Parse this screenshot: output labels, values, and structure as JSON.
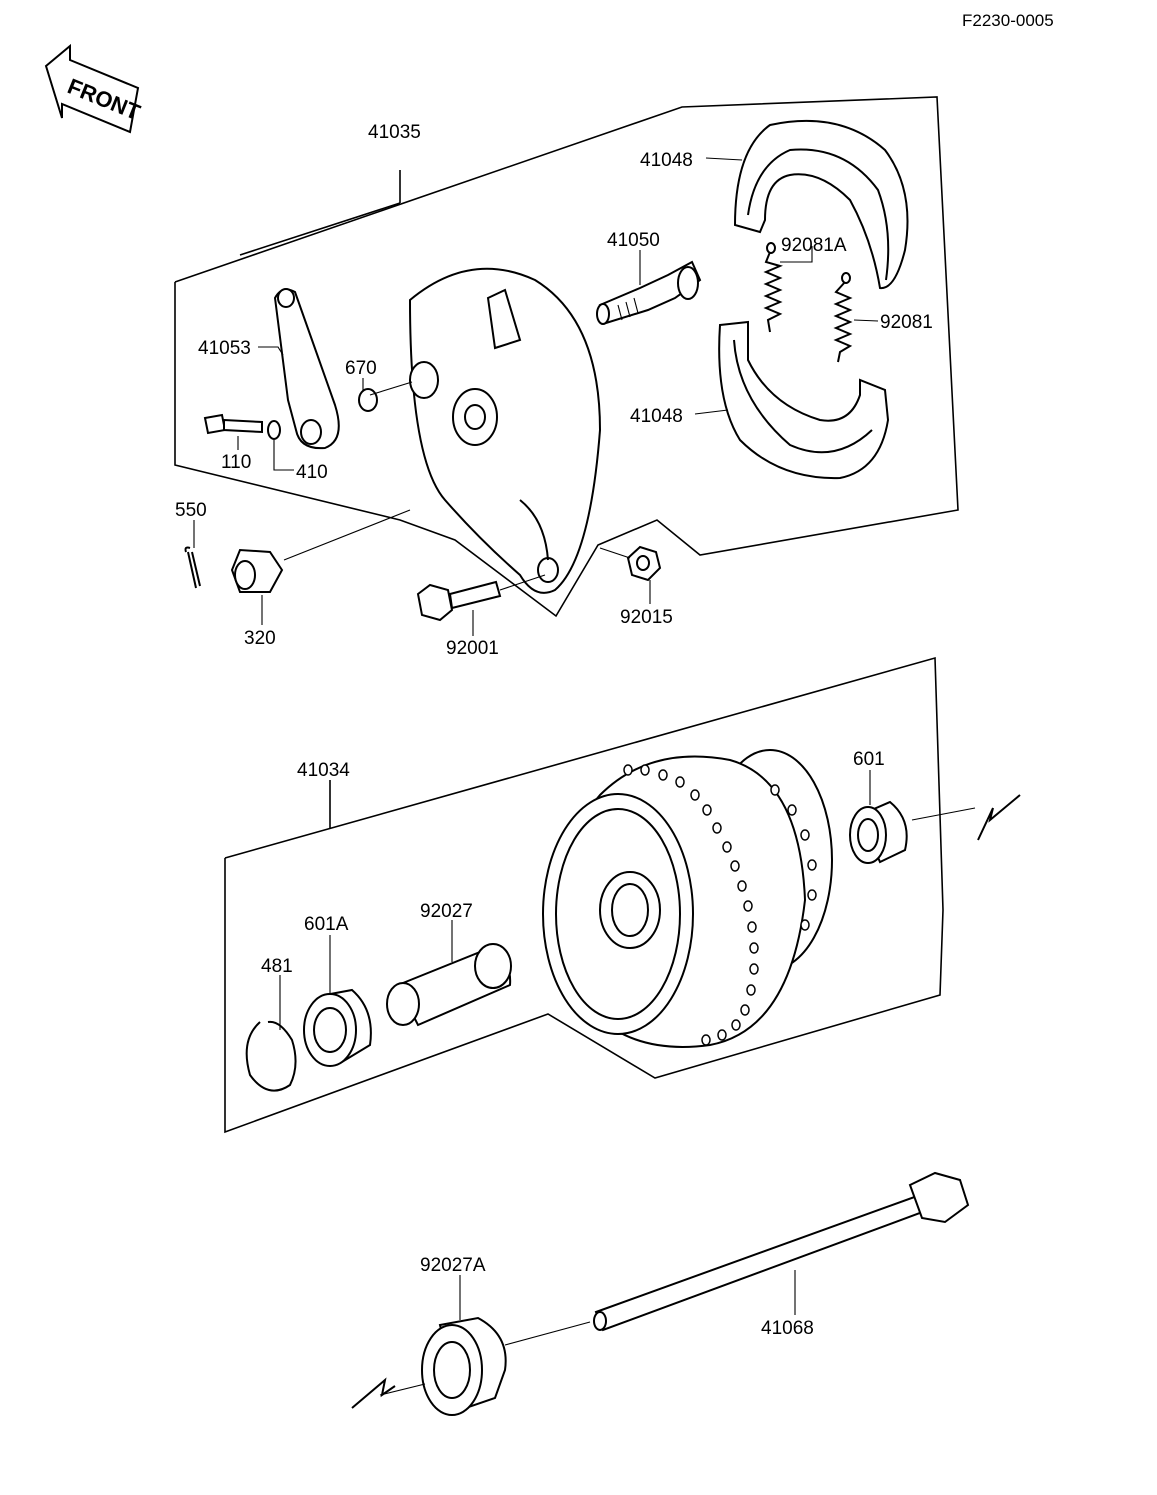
{
  "doc_code": "F2230-0005",
  "front_label": "FRONT",
  "labels": {
    "l41035": "41035",
    "l41048_top": "41048",
    "l41050": "41050",
    "l92081A": "92081A",
    "l92081": "92081",
    "l41048_bottom": "41048",
    "l41053": "41053",
    "l670": "670",
    "l110": "110",
    "l410": "410",
    "l550": "550",
    "l320": "320",
    "l92001": "92001",
    "l92015": "92015",
    "l41034": "41034",
    "l601": "601",
    "l601A": "601A",
    "l92027": "92027",
    "l481": "481",
    "l92027A": "92027A",
    "l41068": "41068"
  }
}
